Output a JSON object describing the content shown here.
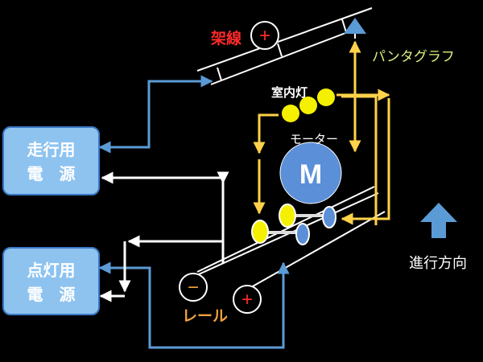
{
  "labels": {
    "catenary": "架線",
    "catenary_sign": "+",
    "pantograph": "パンタグラフ",
    "room_light": "室内灯",
    "motor": "モーター",
    "motor_letter": "M",
    "rail": "レール",
    "rail_minus": "−",
    "rail_plus": "+",
    "direction": "進行方向"
  },
  "boxes": {
    "traction_power": {
      "line1": "走行用",
      "line2": "電　源"
    },
    "lighting_power": {
      "line1": "点灯用",
      "line2": "電　源"
    }
  },
  "colors": {
    "background": "#000000",
    "blue_wire": "#5b9bd5",
    "white_wire": "#ffffff",
    "yellow_wire": "#ffd24a",
    "red_text": "#ff2a2a",
    "pantograph_text": "#d9f27a",
    "rail_text": "#f0a040",
    "motor_fill": "#5b8fd8",
    "lamp_fill": "#f5f000",
    "box_fill": "#8ec3f0"
  }
}
